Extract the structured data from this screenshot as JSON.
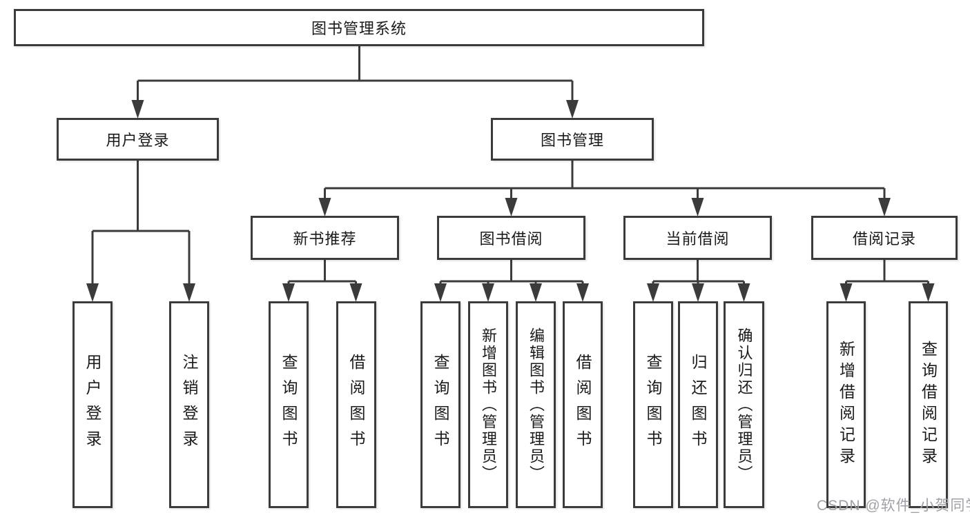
{
  "nodes": {
    "root": "图书管理系统",
    "level2": [
      "用户登录",
      "图书管理"
    ],
    "level3": [
      "新书推荐",
      "图书借阅",
      "当前借阅",
      "借阅记录"
    ],
    "user_login_children": [
      "用户登录",
      "注销登录"
    ],
    "new_book_children": [
      "查询图书",
      "借阅图书"
    ],
    "book_borrow_children": [
      "查询图书",
      "新增图书（管理员）",
      "编辑图书（管理员）",
      "借阅图书"
    ],
    "current_borrow_children": [
      "查询图书",
      "归还图书",
      "确认归还（管理员）"
    ],
    "borrow_record_children": [
      "新增借阅记录",
      "查询借阅记录"
    ]
  },
  "watermark": "CSDN @软件_小贺同学",
  "colors": {
    "line": "#3b3b3b",
    "text": "#1a1a1a",
    "watermark_text": "#9fa1a9",
    "background": "#ffffff"
  }
}
